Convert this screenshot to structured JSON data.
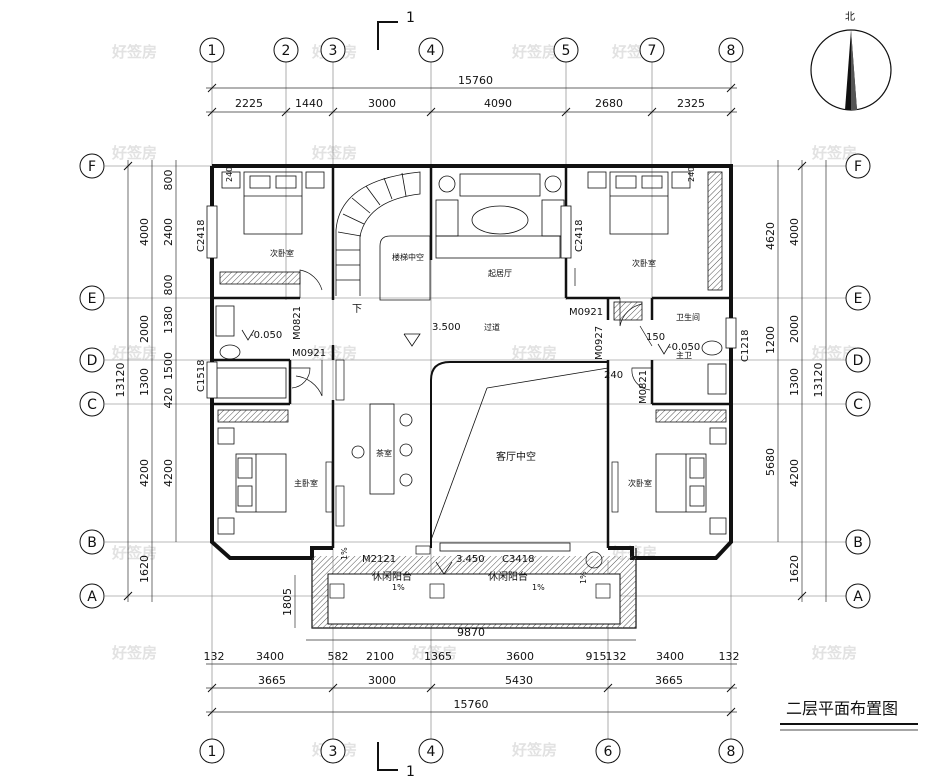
{
  "title": "二层平面布置图",
  "compass": {
    "label": "北"
  },
  "section": {
    "mark": "1"
  },
  "watermark": "好签房",
  "axes": {
    "h": [
      "1",
      "2",
      "3",
      "4",
      "5",
      "7",
      "8"
    ],
    "h_bottom": [
      "1",
      "3",
      "4",
      "6",
      "8"
    ],
    "v": [
      "F",
      "E",
      "D",
      "C",
      "B",
      "A"
    ]
  },
  "dims": {
    "top_total": "15760",
    "top_segments": [
      "2225",
      "1440",
      "3000",
      "4090",
      "2680",
      "2325"
    ],
    "bottom_total": "15760",
    "bottom_row1": [
      "132",
      "3400",
      "582",
      "2100",
      "1365",
      "3600",
      "915",
      "132",
      "3400",
      "132"
    ],
    "bottom_row2": [
      "3665",
      "3000",
      "5430",
      "3665"
    ],
    "balcony_width": "9870",
    "left_total": "13120",
    "left_outer": [
      "4000",
      "2000",
      "1300",
      "4200",
      "1620"
    ],
    "left_inner": [
      "800",
      "2400",
      "800",
      "1380",
      "1500",
      "420",
      "4200"
    ],
    "right_total": "13120",
    "right_outer": [
      "4000",
      "2000",
      "1300",
      "4200",
      "1620"
    ],
    "right_inner": [
      "4620",
      "1200",
      "5680"
    ],
    "balcony_depth": "1805",
    "misc": [
      "240",
      "240",
      "150",
      "240"
    ]
  },
  "labels": {
    "windows": [
      "C2418",
      "C2418",
      "C1518",
      "C1218",
      "C3418"
    ],
    "doors": [
      "M0821",
      "M0921",
      "M0921",
      "M0927",
      "M0821",
      "M2121"
    ],
    "levels": [
      "-0.050",
      "-0.050",
      "3.500",
      "3.450"
    ],
    "slopes": [
      "1%",
      "1%",
      "1%",
      "1%"
    ],
    "stair_down": "下"
  },
  "rooms": {
    "bedroom_nw": "次卧室",
    "stair_void": "楼梯中空",
    "living_up": "起居厅",
    "bedroom_ne": "次卧室",
    "corridor": "过道",
    "bath_ne": "卫生间",
    "bath_main": "主卫",
    "tea_room": "茶室",
    "hall_void": "客厅中空",
    "master_bed": "主卧室",
    "bedroom_se": "次卧室",
    "balcony_l": "休闲阳台",
    "balcony_r": "休闲阳台"
  }
}
